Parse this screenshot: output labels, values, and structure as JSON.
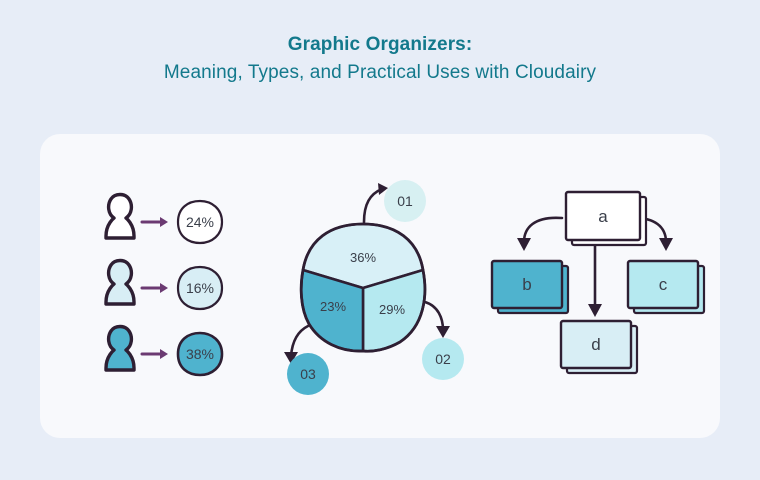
{
  "title": {
    "line1": "Graphic Organizers:",
    "line2": "Meaning, Types, and Practical Uses with Cloudairy"
  },
  "colors": {
    "background": "#e7edf7",
    "panel": "#f8f9fc",
    "title_teal": "#13798c",
    "teal_dark": "#4fb3ce",
    "teal_light": "#b5e9f0",
    "teal_pale": "#d8eef5",
    "cyan_pale": "#d7f0f2",
    "outline": "#2e1f33",
    "arrow_purple": "#6b3a72",
    "white": "#ffffff"
  },
  "people_chart": {
    "name": "people-percentage-chart",
    "rows": [
      {
        "person_fill": "#ffffff",
        "bubble_fill": "#ffffff",
        "value": "24%"
      },
      {
        "person_fill": "#d8eef5",
        "bubble_fill": "#d8eef5",
        "value": "16%"
      },
      {
        "person_fill": "#4fb3ce",
        "bubble_fill": "#4fb3ce",
        "value": "38%"
      }
    ]
  },
  "chart_data": {
    "type": "pie",
    "title": "",
    "categories": [
      "36%",
      "29%",
      "23%"
    ],
    "values": [
      36,
      29,
      23
    ],
    "labels": [
      "36%",
      "29%",
      "23%"
    ],
    "colors": [
      "#d8f0f7",
      "#b5e9f0",
      "#4fb3ce"
    ],
    "callouts": [
      {
        "id": "01",
        "fill": "#d7f0f2",
        "slice": "36%"
      },
      {
        "id": "02",
        "fill": "#b5e9f0",
        "slice": "29%"
      },
      {
        "id": "03",
        "fill": "#4fb3ce",
        "slice": "23%"
      }
    ],
    "legend": "none",
    "grid": false
  },
  "flowchart": {
    "name": "hierarchy-flowchart",
    "nodes": [
      {
        "id": "a",
        "label": "a",
        "fill": "#ffffff"
      },
      {
        "id": "b",
        "label": "b",
        "fill": "#4fb3ce"
      },
      {
        "id": "c",
        "label": "c",
        "fill": "#b5e9f0"
      },
      {
        "id": "d",
        "label": "d",
        "fill": "#d8eef5"
      }
    ],
    "edges": [
      {
        "from": "a",
        "to": "b"
      },
      {
        "from": "a",
        "to": "c"
      },
      {
        "from": "a",
        "to": "d"
      }
    ]
  }
}
